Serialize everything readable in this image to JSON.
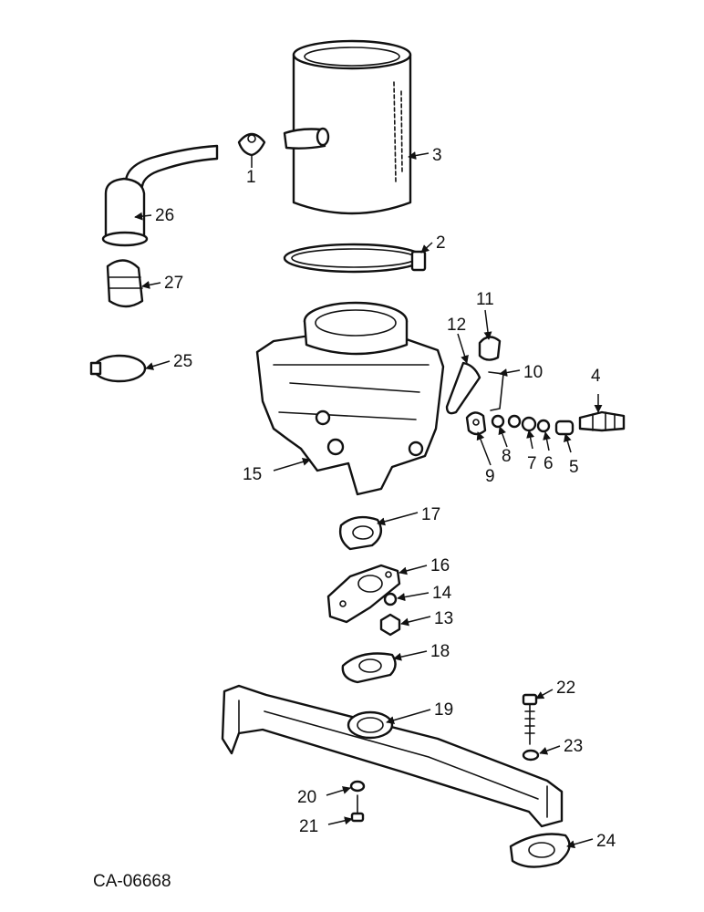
{
  "figure_id": "CA-06668",
  "callouts": [
    "1",
    "2",
    "3",
    "4",
    "5",
    "6",
    "7",
    "8",
    "9",
    "10",
    "11",
    "12",
    "13",
    "14",
    "15",
    "16",
    "17",
    "18",
    "19",
    "20",
    "21",
    "22",
    "23",
    "24",
    "25",
    "26",
    "27"
  ]
}
